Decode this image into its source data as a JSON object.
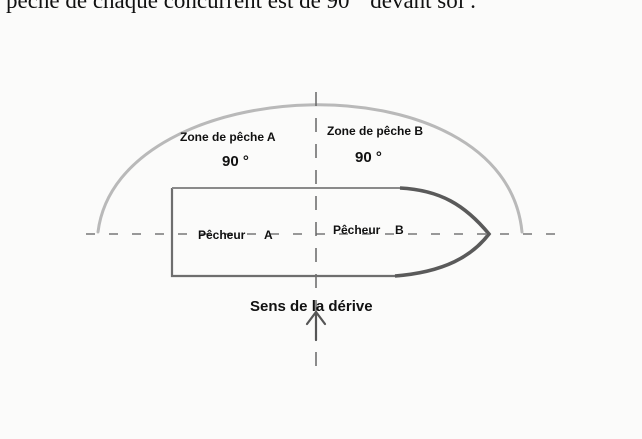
{
  "caption": "pêche de chaque concurrent est de 90 ° devant soi :",
  "zone_a": {
    "label": "Zone de pêche A",
    "angle": "90 °"
  },
  "zone_b": {
    "label": "Zone de pêche B",
    "angle": "90 °"
  },
  "fisher_a": {
    "label": "Pêcheur",
    "letter": "A"
  },
  "fisher_b": {
    "label": "Pêcheur",
    "letter": "B"
  },
  "drift_label": "Sens de la dérive",
  "colors": {
    "arc": "#b9b9b9",
    "boat_outline": "#6e6e6e",
    "bow_outline": "#5a5a5a",
    "text": "#111111",
    "background": "#fbfbfa"
  }
}
